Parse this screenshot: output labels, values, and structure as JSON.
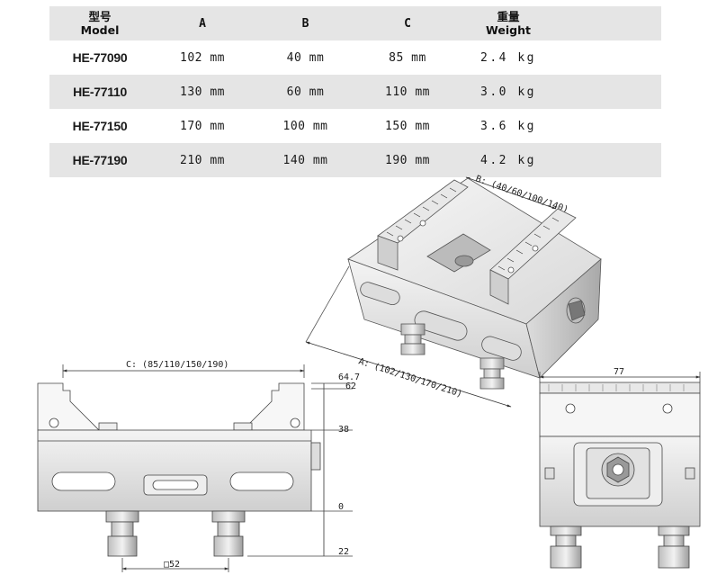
{
  "table": {
    "headers": {
      "model_cn": "型号",
      "model_en": "Model",
      "a": "A",
      "b": "B",
      "c": "C",
      "weight_cn": "重量",
      "weight_en": "Weight"
    },
    "rows": [
      {
        "model": "HE-77090",
        "a": "102 mm",
        "b": "40 mm",
        "c": "85 mm",
        "weight": "2.4 kg"
      },
      {
        "model": "HE-77110",
        "a": "130 mm",
        "b": "60 mm",
        "c": "110 mm",
        "weight": "3.0 kg"
      },
      {
        "model": "HE-77150",
        "a": "170 mm",
        "b": "100 mm",
        "c": "150 mm",
        "weight": "3.6 kg"
      },
      {
        "model": "HE-77190",
        "a": "210 mm",
        "b": "140 mm",
        "c": "190 mm",
        "weight": "4.2 kg"
      }
    ]
  },
  "drawing": {
    "iso_b_label": "B: (40/60/100/140)",
    "iso_a_label": "A: (102/130/170/210)",
    "front_c_label": "C: (85/110/150/190)",
    "dim_64_7": "64.7",
    "dim_62": "62",
    "dim_38": "38",
    "dim_0": "0",
    "dim_22": "22",
    "dim_52": "□52",
    "side_77": "77"
  }
}
